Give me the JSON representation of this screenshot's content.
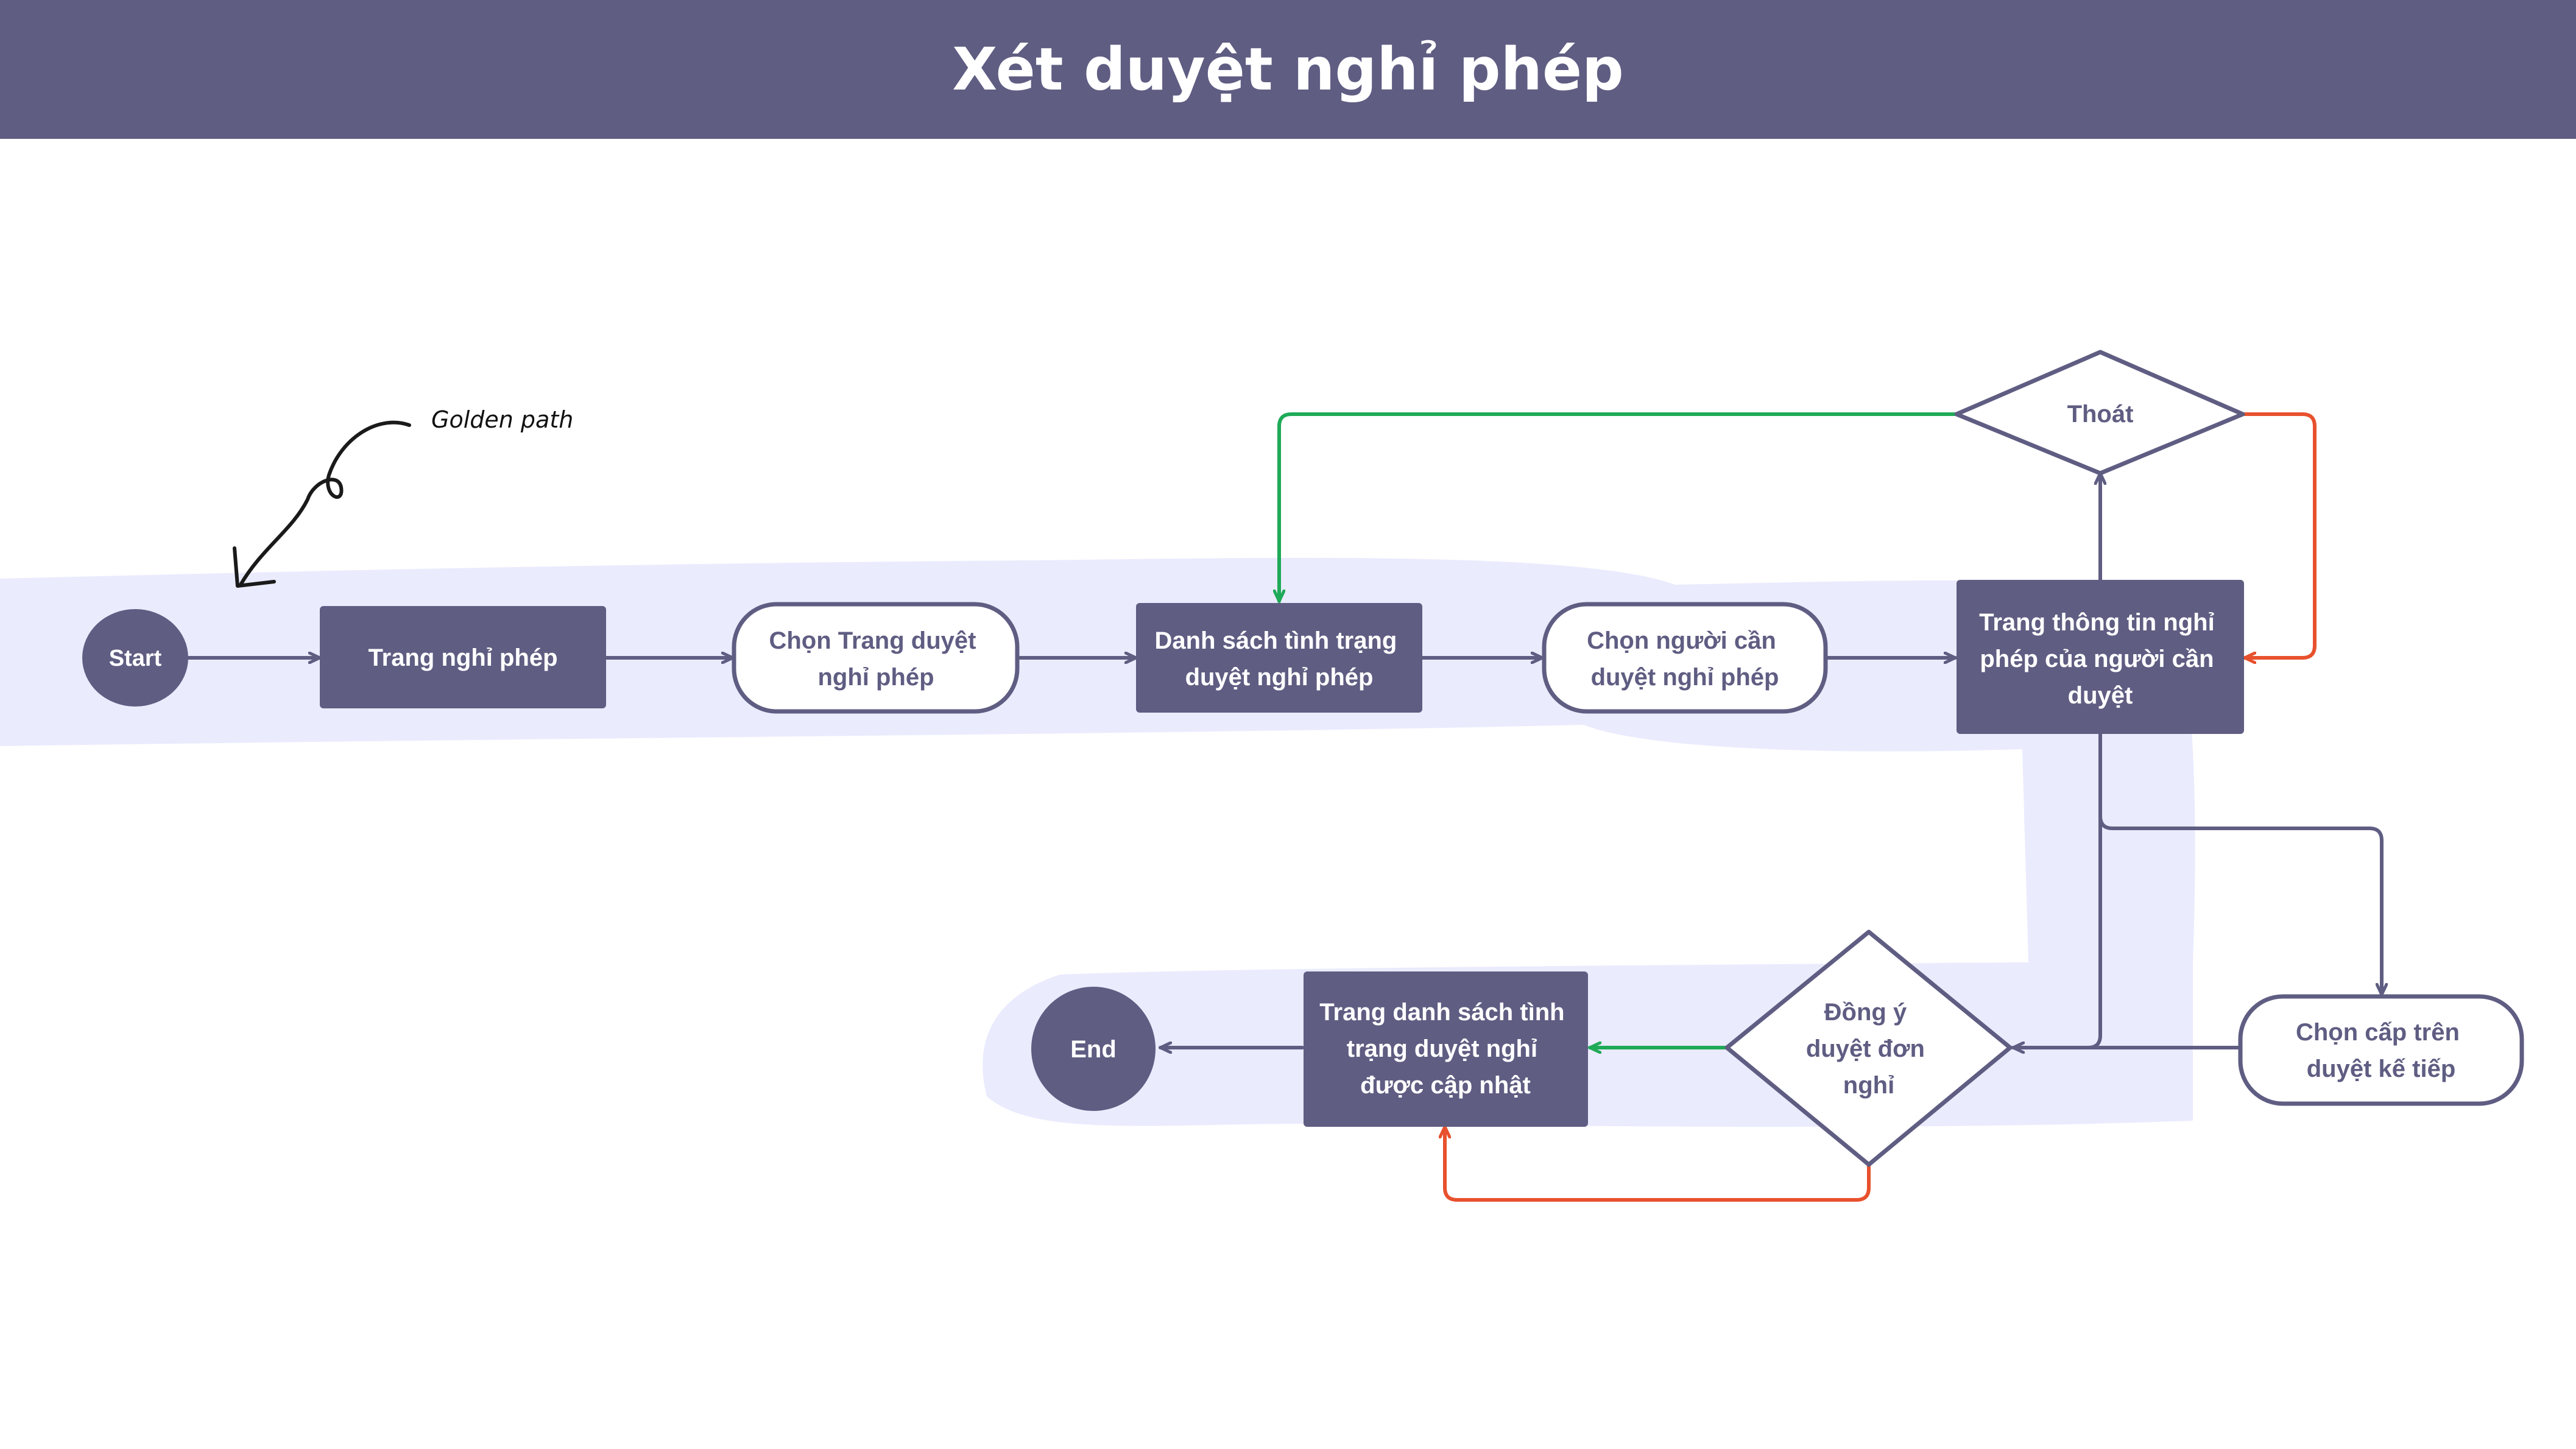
{
  "title": "Xét duyệt nghỉ phép",
  "annotation": "Golden path",
  "colors": {
    "node": "#5f5d82",
    "golden_path": "#eaebfd",
    "yes_edge": "#1faa57",
    "no_edge": "#e8512d",
    "edge": "#5f5d82"
  },
  "nodes": {
    "start": "Start",
    "trang_nghi_phep": "Trang nghỉ phép",
    "chon_trang_duyet": [
      "Chọn Trang duyệt",
      "nghỉ phép"
    ],
    "danh_sach": [
      "Danh sách tình trạng",
      "duyệt nghỉ phép"
    ],
    "chon_nguoi": [
      "Chọn người cần",
      "duyệt nghỉ phép"
    ],
    "trang_thong_tin": [
      "Trang thông tin nghỉ",
      "phép của người cần",
      "duyệt"
    ],
    "thoat": "Thoát",
    "dong_y": [
      "Đồng ý",
      "duyệt đơn",
      "nghỉ"
    ],
    "chon_cap_tren": [
      "Chọn cấp trên",
      "duyệt kế tiếp"
    ],
    "trang_danh_sach_cap_nhat": [
      "Trang danh sách tình",
      "trạng duyệt nghỉ",
      "được cập nhật"
    ],
    "end": "End"
  }
}
